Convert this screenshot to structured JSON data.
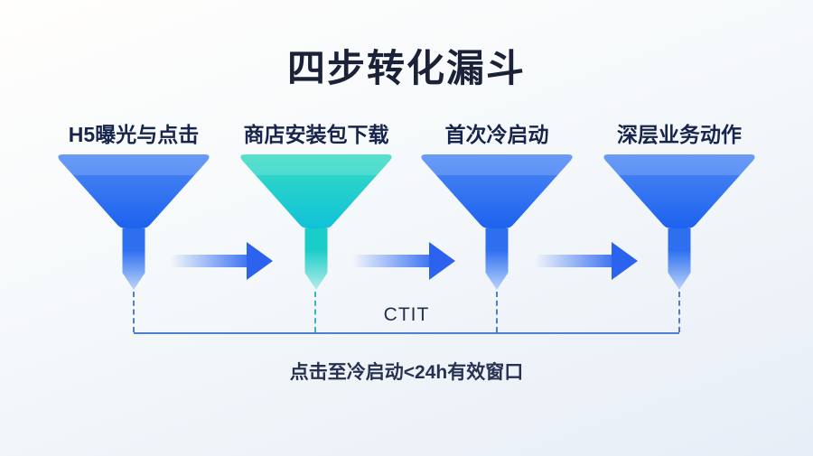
{
  "title": "四步转化漏斗",
  "stages": [
    {
      "label": "H5曝光与点击",
      "cone_top": "#4d89f5",
      "cone_bottom": "#1d62ee",
      "stem_top": "#2e6ff0",
      "stem_bottom": "#bdd5fa",
      "dash_color": "#4f7fcb"
    },
    {
      "label": "商店安装包下载",
      "cone_top": "#38dcc2",
      "cone_bottom": "#0fc2d8",
      "stem_top": "#1bcdc8",
      "stem_bottom": "#b4ede8",
      "dash_color": "#3eb2c9"
    },
    {
      "label": "首次冷启动",
      "cone_top": "#4d89f5",
      "cone_bottom": "#1d62ee",
      "stem_top": "#2e6ff0",
      "stem_bottom": "#bdd5fa",
      "dash_color": "#4f7fcb"
    },
    {
      "label": "深层业务动作",
      "cone_top": "#4d89f5",
      "cone_bottom": "#1d62ee",
      "stem_top": "#2e6ff0",
      "stem_bottom": "#bdd5fa",
      "dash_color": "#4f7fcb"
    }
  ],
  "arrows": {
    "head_color": "#2c63ee",
    "tail_color": "#3f74f1"
  },
  "bracket": {
    "label": "CTIT",
    "line_color": "#4b80d0",
    "caption": "点击至冷启动<24h有效窗口"
  }
}
